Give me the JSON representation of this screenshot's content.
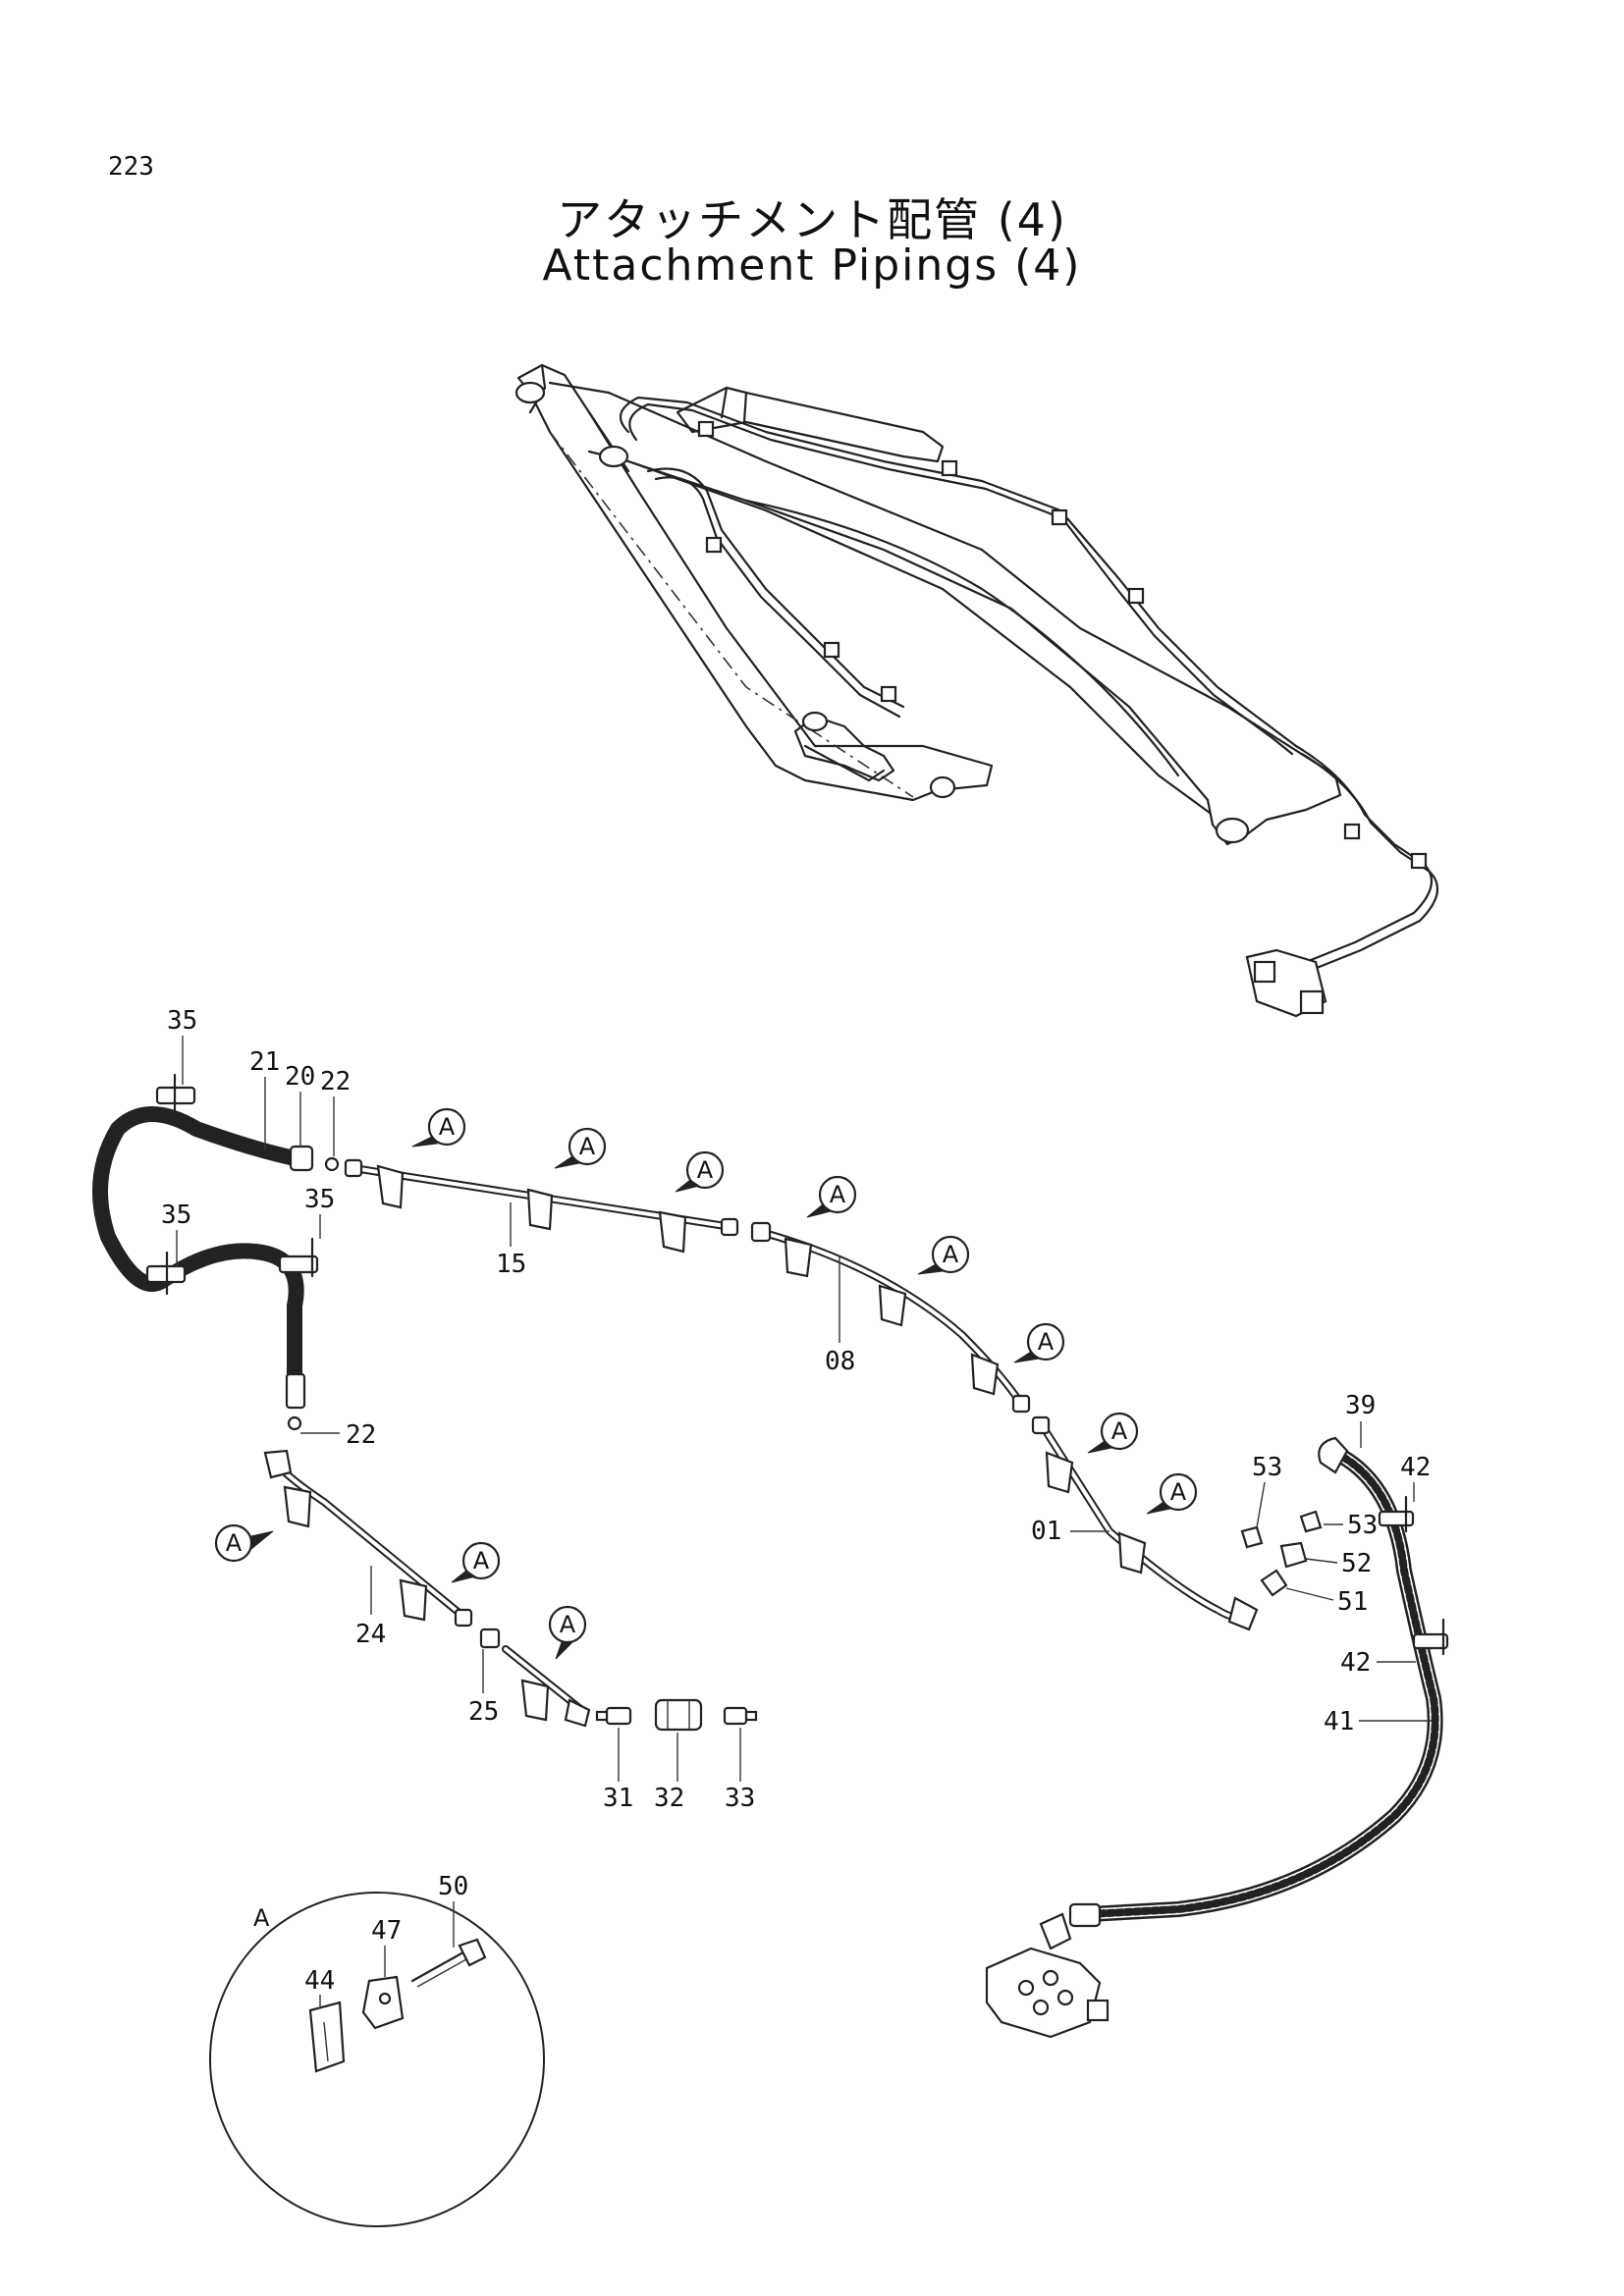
{
  "page_number": "223",
  "title_jp": "アタッチメント配管 (4)",
  "title_en": "Attachment Pipings (4)",
  "detail_view_label": "A",
  "callout_marker": "A",
  "part_labels": {
    "p01": "01",
    "p08": "08",
    "p15": "15",
    "p20": "20",
    "p21": "21",
    "p22a": "22",
    "p22b": "22",
    "p24": "24",
    "p25": "25",
    "p31": "31",
    "p32": "32",
    "p33": "33",
    "p35a": "35",
    "p35b": "35",
    "p35c": "35",
    "p39": "39",
    "p41": "41",
    "p42a": "42",
    "p42b": "42",
    "p44": "44",
    "p47": "47",
    "p50": "50",
    "p51": "51",
    "p52": "52",
    "p53a": "53",
    "p53b": "53"
  }
}
